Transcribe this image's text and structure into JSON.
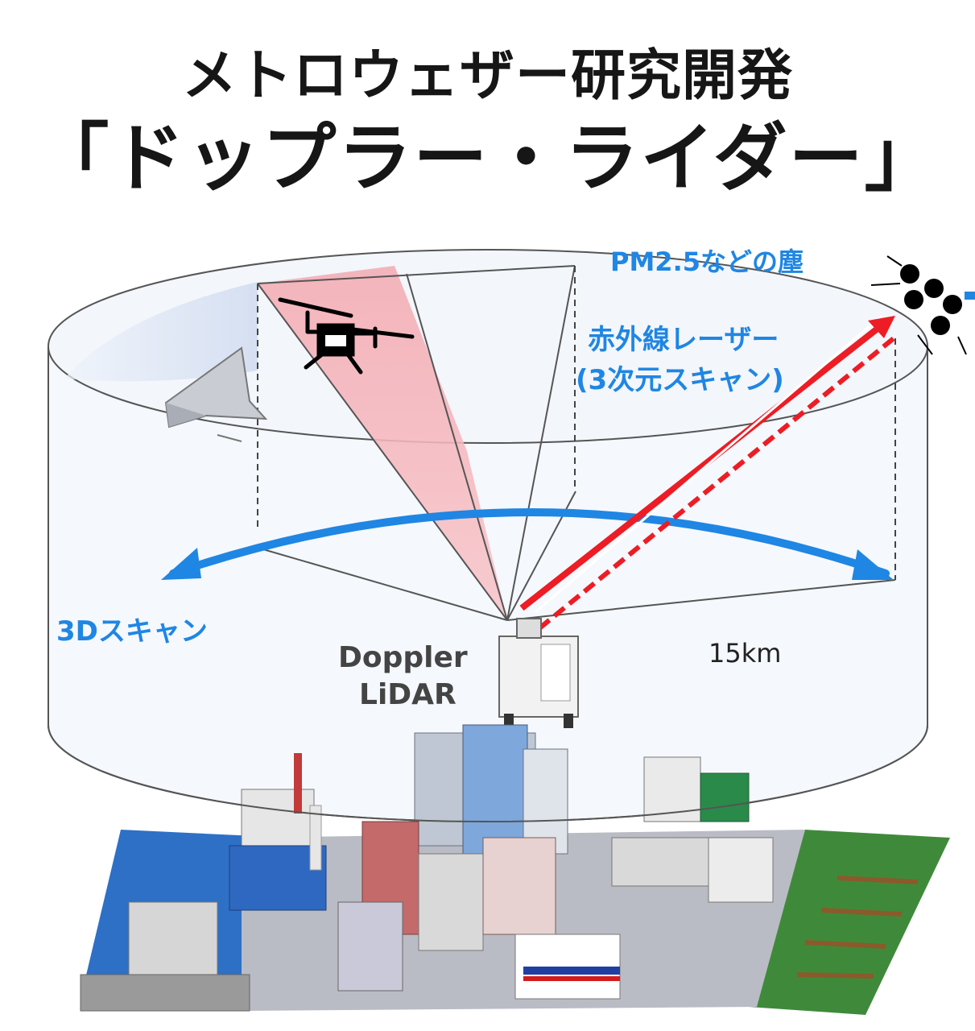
{
  "title": {
    "line1": "メトロウェザー研究開発",
    "line2": "「ドップラー・ライダー」"
  },
  "labels": {
    "pm25": "PM2.5などの塵",
    "infrared_laser": "赤外線レーザー",
    "scan_3d_paren": "(3次元スキャン)",
    "scan_3d": "3Dスキャン",
    "doppler": "Doppler",
    "lidar": "LiDAR",
    "radius": "15km"
  },
  "colors": {
    "accent_blue": "#1f86e3",
    "laser_red": "#ee1c24",
    "beam_pink": "#f08a94",
    "title_black": "#161616"
  },
  "icons": [
    "drone-icon",
    "fixed-wing-uav-icon",
    "lidar-device-icon",
    "particle-dots-icon"
  ]
}
